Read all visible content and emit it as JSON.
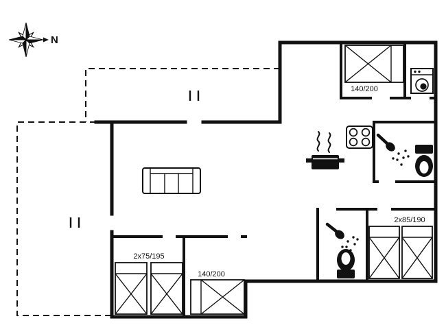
{
  "plan": {
    "background": "#ffffff",
    "wall_color": "#111111",
    "compass": {
      "north_label": "N",
      "icon": "compass-rose-icon"
    },
    "bed_labels": {
      "top_bedroom": "140/200",
      "bottom_left_bedroom": "2x75/195",
      "bottom_middle_bedroom": "140/200",
      "bottom_right_bedroom": "2x85/190"
    },
    "icons": [
      "compass-rose-icon",
      "double-bed-icon",
      "single-bed-icon",
      "washing-machine-icon",
      "stove-hob-icon",
      "steaming-pot-icon",
      "shower-icon",
      "toilet-icon",
      "sofa-icon",
      "terrace-dashed-outline"
    ]
  }
}
